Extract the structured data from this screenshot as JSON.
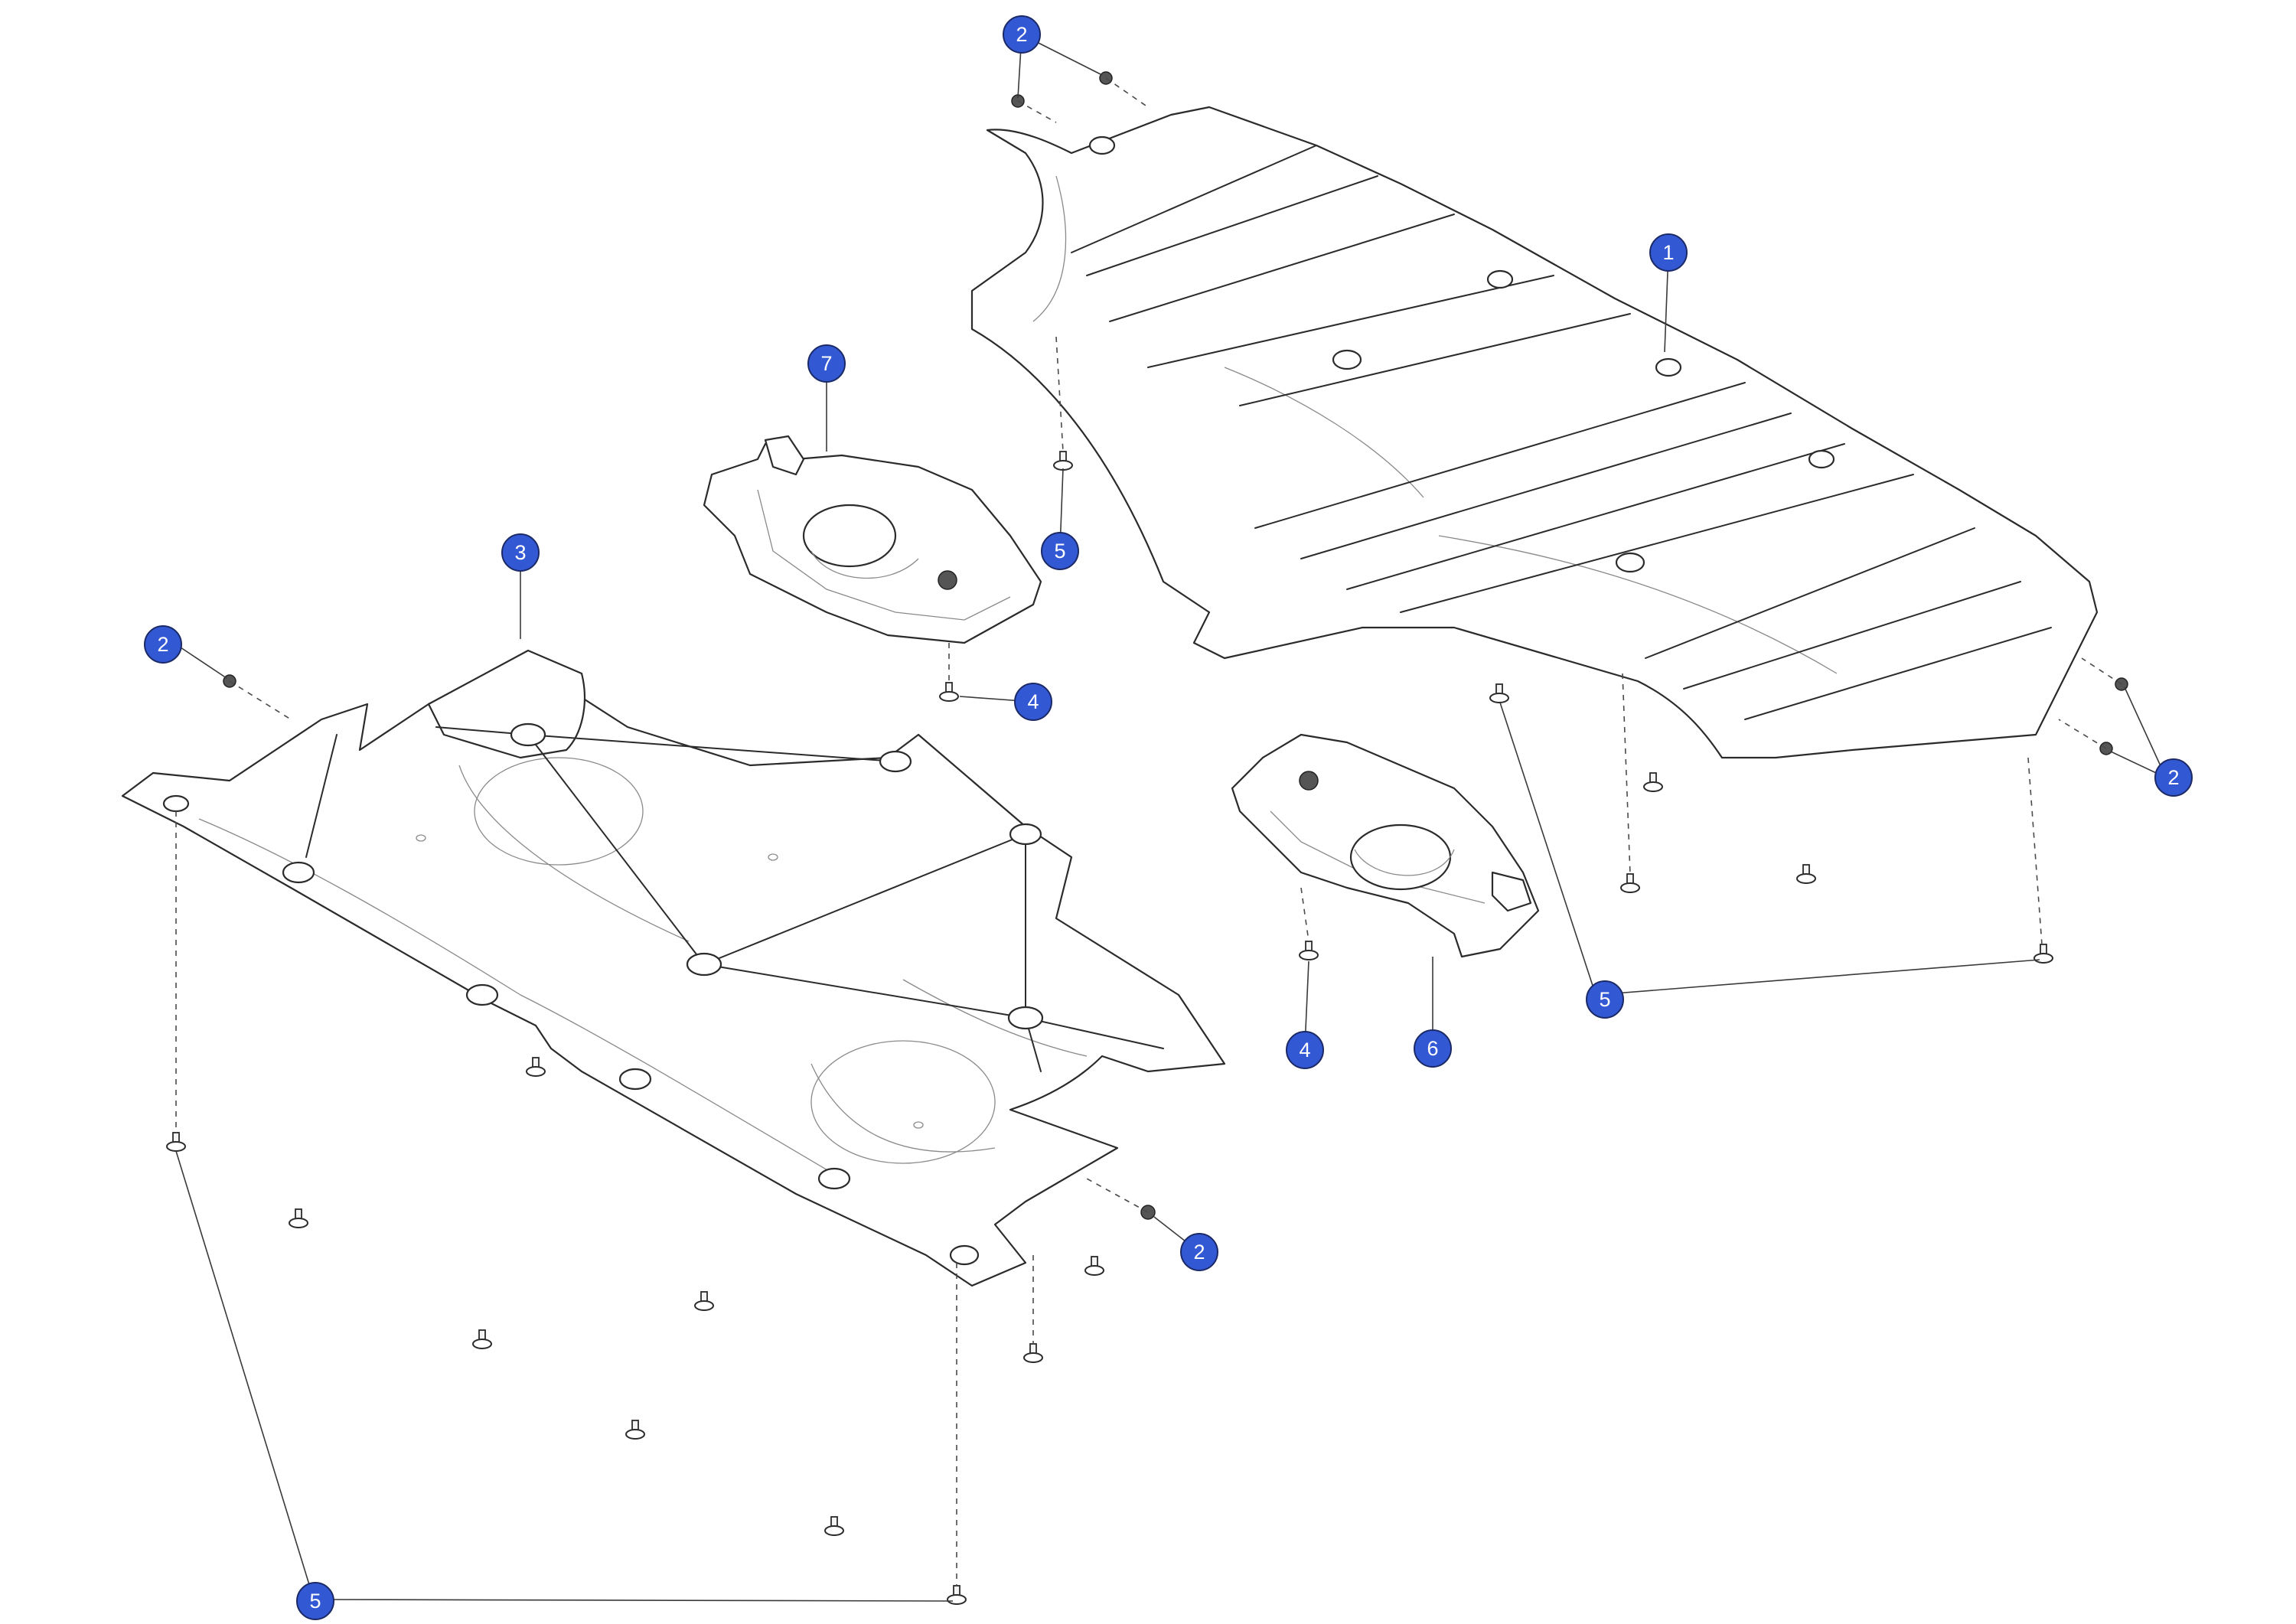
{
  "diagram": {
    "kind": "exploded-parts",
    "callout_color": "#3358d4",
    "callout_text_color": "#ffffff"
  },
  "callouts": [
    {
      "id": "c1",
      "label": "1"
    },
    {
      "id": "c2a",
      "label": "2"
    },
    {
      "id": "c2b",
      "label": "2"
    },
    {
      "id": "c2c",
      "label": "2"
    },
    {
      "id": "c2d",
      "label": "2"
    },
    {
      "id": "c3",
      "label": "3"
    },
    {
      "id": "c4a",
      "label": "4"
    },
    {
      "id": "c4b",
      "label": "4"
    },
    {
      "id": "c5a",
      "label": "5"
    },
    {
      "id": "c5b",
      "label": "5"
    },
    {
      "id": "c5c",
      "label": "5"
    },
    {
      "id": "c6",
      "label": "6"
    },
    {
      "id": "c7",
      "label": "7"
    }
  ]
}
